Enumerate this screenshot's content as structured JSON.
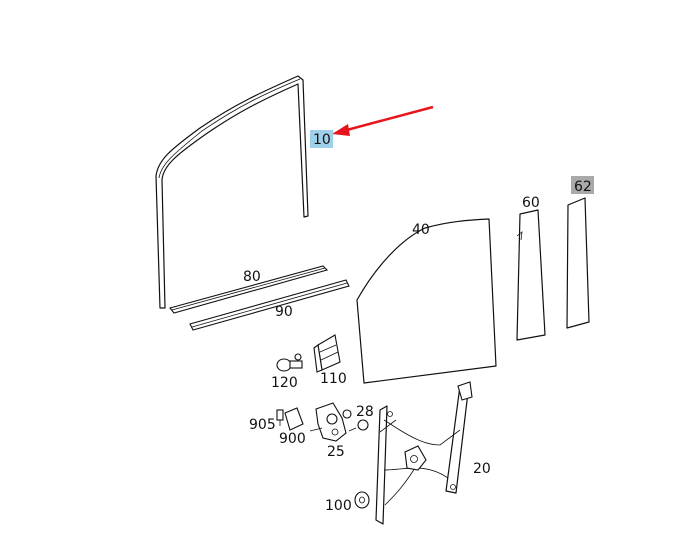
{
  "diagram": {
    "labels": {
      "p10": "10",
      "p20": "20",
      "p25": "25",
      "p28": "28",
      "p40": "40",
      "p60": "60",
      "p62": "62",
      "p80": "80",
      "p90": "90",
      "p100": "100",
      "p110": "110",
      "p120": "120",
      "p900": "900",
      "p905": "905"
    },
    "colors": {
      "highlight": "#9fd0ea",
      "badge_grey": "#a9a9a9",
      "arrow": "#e8141b",
      "line": "#111111"
    },
    "highlighted_part": "10",
    "greyed_part": "62"
  }
}
